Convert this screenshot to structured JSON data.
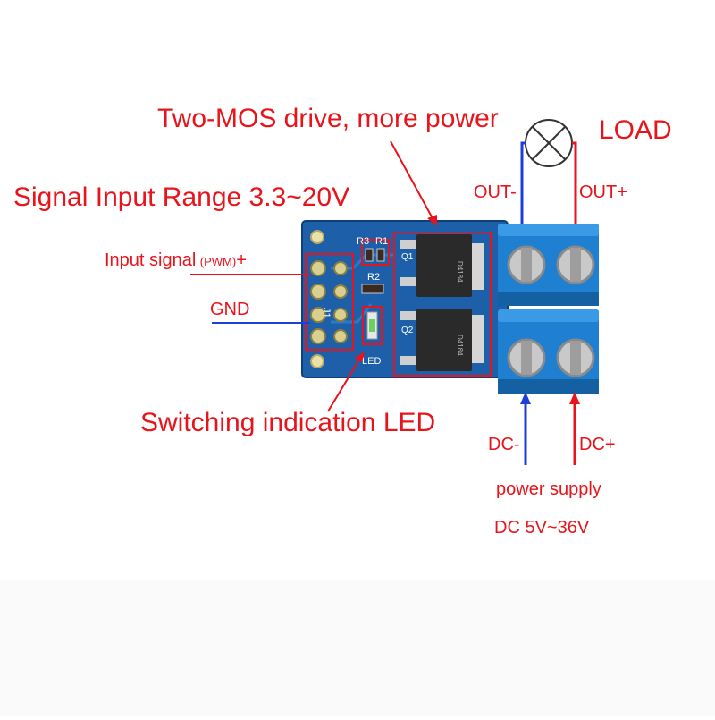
{
  "labels": {
    "two_mos": "Two-MOS drive, more power",
    "load": "LOAD",
    "signal_range": "Signal Input Range  3.3~20V",
    "out_minus": "OUT-",
    "out_plus": "OUT+",
    "input_signal": "Input signal",
    "pwm": "(PWM)",
    "plus": "+",
    "gnd": "GND",
    "switching_led": "Switching indication LED",
    "dc_minus": "DC-",
    "dc_plus": "DC+",
    "power_supply": "power supply",
    "dc_range": "DC 5V~36V"
  },
  "silkscreen": {
    "r3": "R3",
    "r1": "R1",
    "r2": "R2",
    "q1": "Q1",
    "q2": "Q2",
    "j1": "J1",
    "led": "LED",
    "chip": "D4184"
  },
  "colors": {
    "annotation": "#e8141b",
    "board": "#1d5fa8",
    "terminal": "#1f7fd0",
    "wire_blue": "#1d3fd8",
    "wire_red": "#e8141b"
  }
}
